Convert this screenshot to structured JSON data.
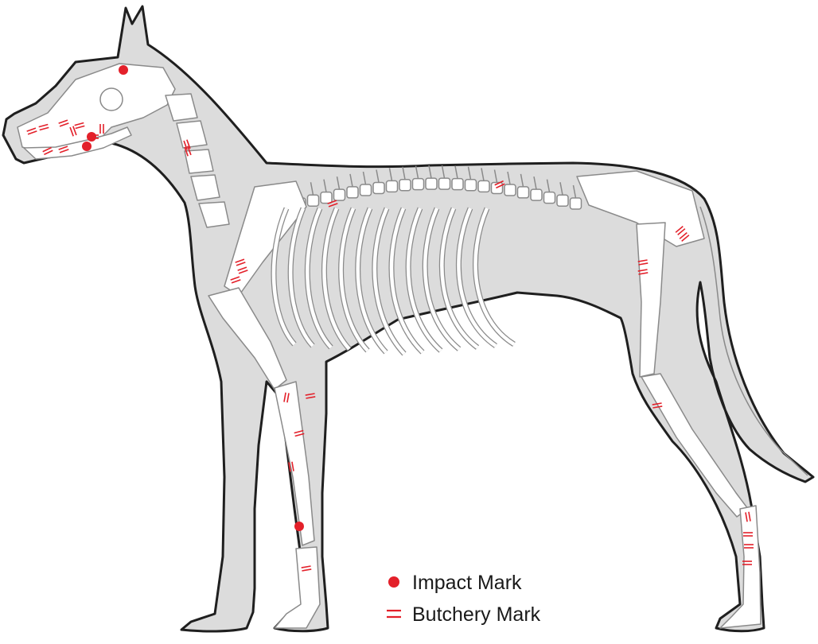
{
  "colors": {
    "silhouette_fill": "#dcdcdc",
    "silhouette_stroke": "#1f1f1f",
    "bone_fill": "#ffffff",
    "bone_stroke": "#8a8a8a",
    "mark": "#e3202a"
  },
  "legend": {
    "impact_label": "Impact Mark",
    "butchery_label": "Butchery Mark",
    "impact_symbol": "dot",
    "butchery_symbol": "double-line"
  },
  "marks": {
    "impact": [
      "skull-top",
      "maxilla",
      "mandible",
      "forelimb-radius"
    ],
    "butchery": [
      "mandible",
      "maxilla",
      "cervical-vertebra",
      "thoracic-vertebra",
      "lumbar-vertebra",
      "scapula",
      "humerus",
      "radius-proximal",
      "radius-mid",
      "metacarpal",
      "pelvis",
      "femur",
      "tibia",
      "hind-tarsal"
    ]
  }
}
